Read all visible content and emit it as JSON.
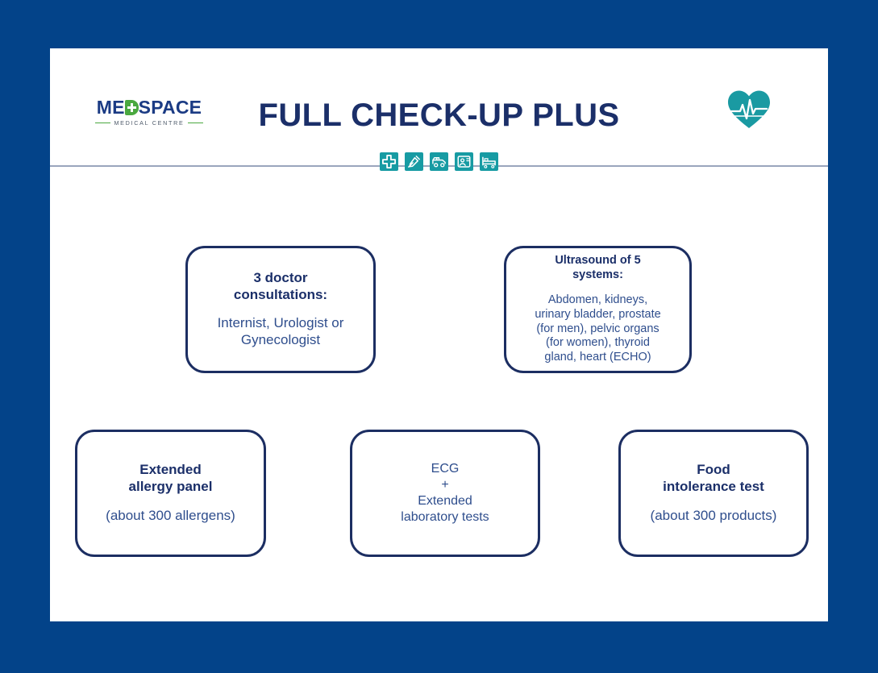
{
  "page": {
    "background_color": "#034389",
    "card_color": "#ffffff"
  },
  "header": {
    "logo": {
      "name": "MEDSPACE",
      "part_1": "ME",
      "part_2": "SPACE",
      "mark_icon": "green-d-cross-icon",
      "subtitle": "MEDICAL CENTRE",
      "word_color": "#1b3b84",
      "accent_color": "#4aa83f"
    },
    "title": "FULL CHECK-UP PLUS",
    "title_color": "#1b2f69",
    "heart_icon": "heart-ecg-icon",
    "heart_color": "#1a9aa2",
    "divider_color": "#9aa5bd",
    "icon_strip": [
      {
        "name": "medical-cross-icon",
        "glyph": "cross"
      },
      {
        "name": "syringe-icon",
        "glyph": "syringe"
      },
      {
        "name": "ambulance-icon",
        "glyph": "ambulance"
      },
      {
        "name": "medical-record-icon",
        "glyph": "folder"
      },
      {
        "name": "hospital-bed-icon",
        "glyph": "bed"
      }
    ],
    "icon_color": "#179ba3"
  },
  "boxes": [
    {
      "id": "consultations",
      "title": "3 doctor\nconsultations:",
      "body": "Internist, Urologist or\nGynecologist"
    },
    {
      "id": "ultrasound",
      "title": "Ultrasound of 5\nsystems:",
      "body": "Abdomen, kidneys,\nurinary bladder, prostate\n(for men), pelvic organs\n(for women), thyroid\ngland, heart (ECHO)"
    },
    {
      "id": "allergy",
      "title": "Extended\nallergy panel",
      "body": "(about 300 allergens)"
    },
    {
      "id": "ecg",
      "title": "",
      "body": "ECG\n+\nExtended\nlaboratory tests"
    },
    {
      "id": "food",
      "title": "Food\nintolerance test",
      "body": "(about 300 products)"
    }
  ],
  "style": {
    "box_border_color": "#1c2e62",
    "box_text_color": "#2f4e8d"
  }
}
